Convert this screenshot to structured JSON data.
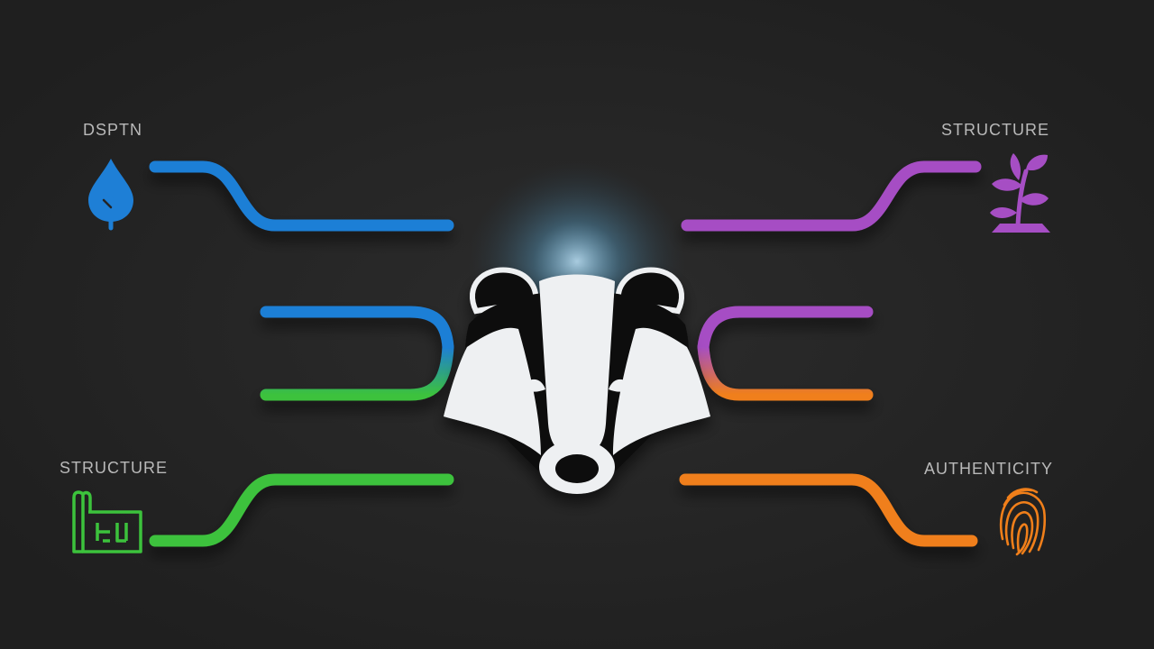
{
  "labels": {
    "top_left": "DSPTN",
    "top_right": "STRUCTURE",
    "bottom_left": "STRUCTURE",
    "bottom_right": "AUTHENTICITY"
  },
  "colors": {
    "background": "#242424",
    "blue": "#1e7fd6",
    "green": "#3cc23c",
    "purple": "#a64ec4",
    "orange": "#f07f1a",
    "badger_white": "#eef0f2",
    "badger_black": "#0d0d0d",
    "glow": "#9fdcff"
  },
  "icons": {
    "top_left": "water-drop-icon",
    "top_right": "plant-sprout-icon",
    "bottom_left": "blueprint-structure-icon",
    "bottom_right": "fingerprint-icon",
    "center": "badger-head-logo"
  }
}
